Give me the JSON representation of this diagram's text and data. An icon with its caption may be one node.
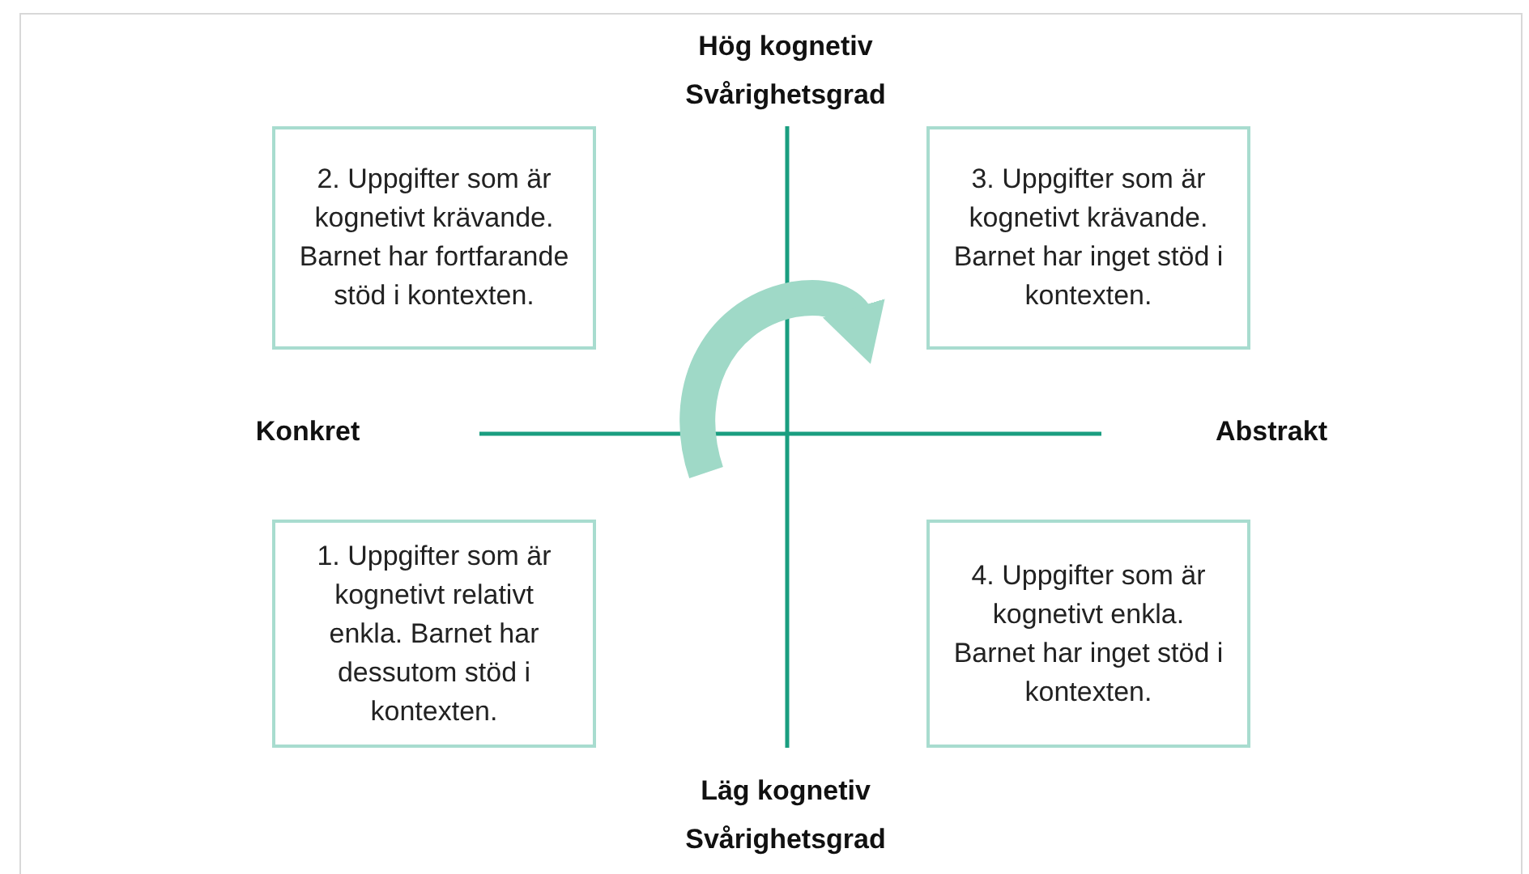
{
  "diagram": {
    "nodes": [
      {
        "text": [
          "2. Uppgifter som är kognetivt krävande. Barnet har fortfarande stöd i kontexten."
        ]
      },
      {
        "text": [
          "3. Uppgifter som är kognetivt krävande. Barnet har inget stöd i kontexten."
        ]
      },
      {
        "text": [
          "1. Uppgifter som är kognetivt relativt enkla. Barnet har dessutom stöd i kontexten."
        ]
      },
      {
        "text": [
          "4. Uppgifter som är kognetivt enkla. Barnet har inget stöd i kontexten."
        ]
      }
    ],
    "edges": [],
    "labels": [
      "Hög kognetiv Svårighetsgrad",
      "Konkret",
      "Abstrakt",
      "Läg kognetiv Svårighetsgrad"
    ]
  }
}
